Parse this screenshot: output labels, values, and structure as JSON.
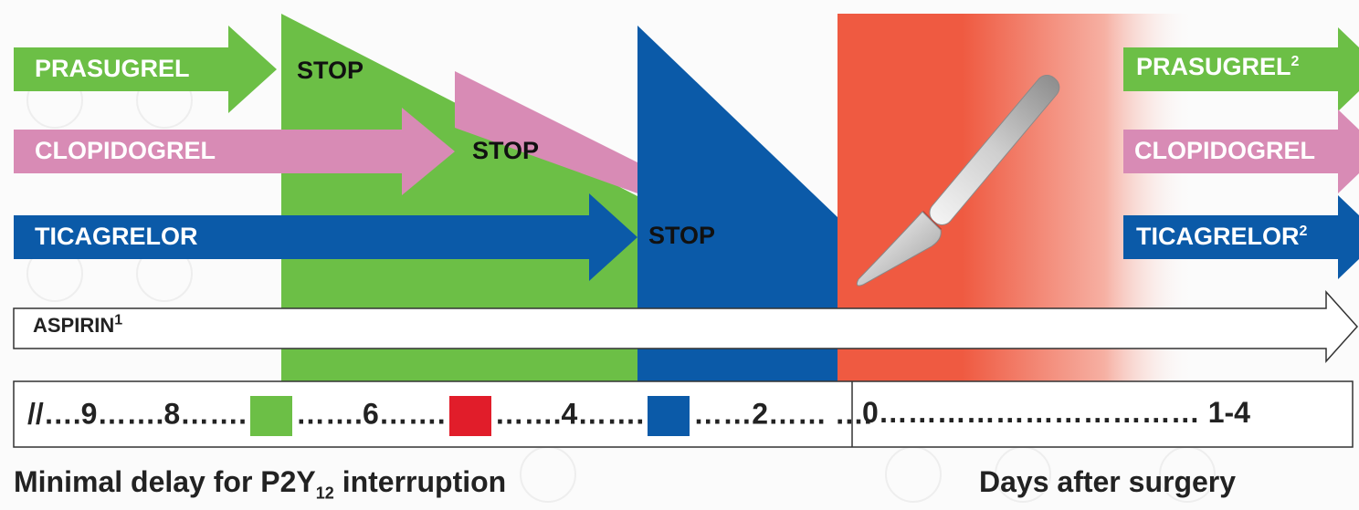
{
  "colors": {
    "prasugrel": "#6cbf46",
    "clopidogrel": "#d88bb5",
    "ticagrelor": "#0b5aa8",
    "surgery_red": "#ef5a41",
    "aspirin_fill": "#ffffff",
    "timeline_green_square": "#6cbf46",
    "timeline_red_square": "#e11d2a",
    "timeline_blue_square": "#0b5aa8"
  },
  "left_arrows": [
    {
      "label": "PRASUGREL",
      "color_key": "prasugrel"
    },
    {
      "label": "CLOPIDOGREL",
      "color_key": "clopidogrel"
    },
    {
      "label": "TICAGRELOR",
      "color_key": "ticagrelor"
    }
  ],
  "stop_labels": [
    "STOP",
    "STOP",
    "STOP"
  ],
  "right_arrows": [
    {
      "label": "PRASUGREL",
      "sup": "2"
    },
    {
      "label": "CLOPIDOGREL",
      "sup": ""
    },
    {
      "label": "TICAGRELOR",
      "sup": "2"
    }
  ],
  "aspirin": {
    "label": "ASPIRIN",
    "sup": "1"
  },
  "timeline": {
    "segment_1": "//….9…….8…….",
    "segment_2": "…….6…….",
    "segment_3": "…….4…….",
    "segment_4": "……2…… ….",
    "segment_5": "0…………………………… 1-4"
  },
  "captions": {
    "left_main": "Minimal delay for P2Y",
    "left_sub": "12",
    "left_end": " interruption",
    "right": "Days after surgery"
  },
  "icons": {
    "scalpel": "scalpel-icon"
  }
}
